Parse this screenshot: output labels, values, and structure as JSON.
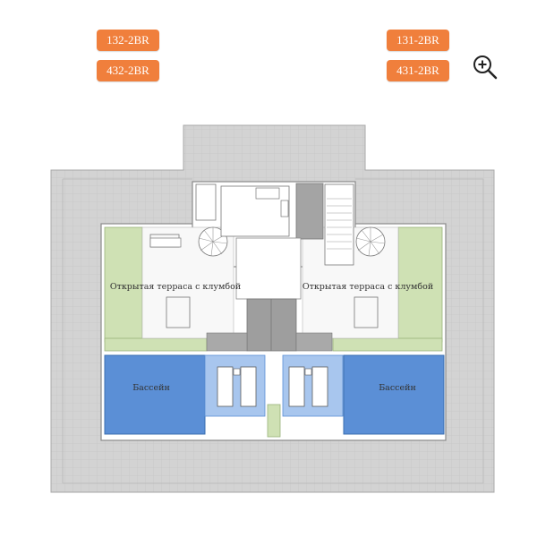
{
  "unit_buttons": {
    "b132": "132-2BR",
    "b131": "131-2BR",
    "b432": "432-2BR",
    "b431": "431-2BR"
  },
  "zoom": {
    "icon": "zoom-in-icon"
  },
  "plan": {
    "terrace_left": "Открытая терраса с клумбой",
    "terrace_right": "Открытая терраса с клумбой",
    "pool_left": "Бассейн",
    "pool_right": "Бассейн"
  },
  "colors": {
    "button": "#f07f3c",
    "roof": "#d2d2d2",
    "pool": "#5b8fd6",
    "green": "#cfe1b4",
    "core": "#9a9a9a"
  }
}
